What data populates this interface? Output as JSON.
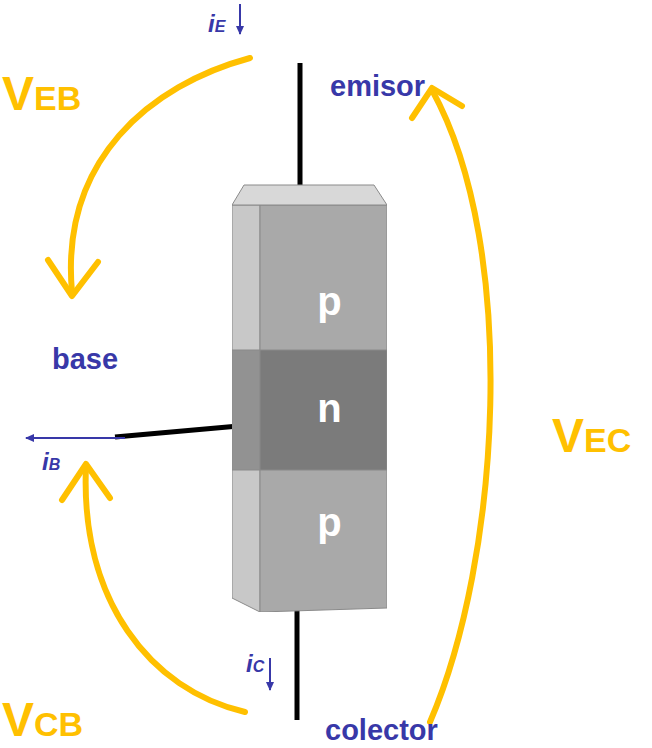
{
  "diagram": {
    "nodes": [
      {
        "text": [
          "p"
        ]
      },
      {
        "text": [
          "n"
        ]
      },
      {
        "text": [
          "p"
        ]
      }
    ],
    "labels": [
      "iE",
      "emisor",
      "VEB",
      "base",
      "iB",
      "VEC",
      "VCB",
      "iC",
      "colector"
    ]
  }
}
